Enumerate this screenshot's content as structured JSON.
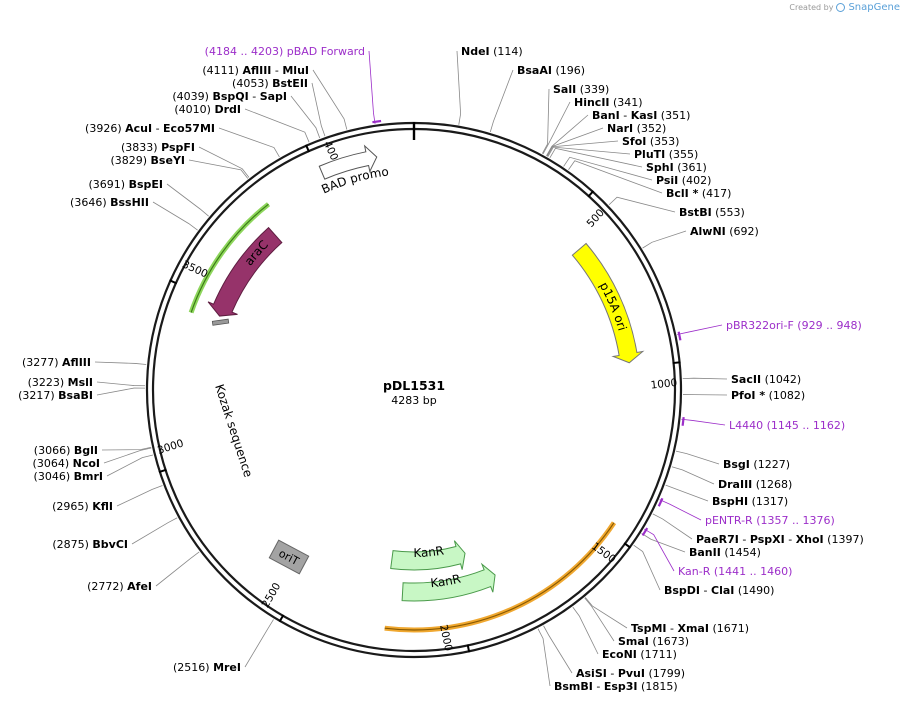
{
  "watermark": {
    "prefix": "Created by",
    "brand": "SnapGene"
  },
  "plasmid": {
    "name": "pDL1531",
    "size_label": "4283 bp",
    "length": 4283
  },
  "colors": {
    "backbone": "#1a1a1a",
    "primer": "#9c2ec9",
    "arac": "#96336a",
    "p15a": "#ffff00",
    "kanr": "#c8f7c5",
    "ara_promoter": "#ffffff",
    "ori_t": "#a3a3a3",
    "highlight_green": "#8ed65c",
    "highlight_orange": "#f0a830"
  },
  "ticks": [
    {
      "pos": 500,
      "label": "500"
    },
    {
      "pos": 1000,
      "label": "1000"
    },
    {
      "pos": 1500,
      "label": "1500"
    },
    {
      "pos": 2000,
      "label": "2000"
    },
    {
      "pos": 2500,
      "label": "2500"
    },
    {
      "pos": 3000,
      "label": "3000"
    },
    {
      "pos": 3500,
      "label": "3500"
    },
    {
      "pos": 4000,
      "label": "4000"
    }
  ],
  "features": [
    {
      "name": "p15A ori",
      "start": 590,
      "end": 985,
      "type": "arrow"
    },
    {
      "name": "KanR",
      "start": 1935,
      "end": 2230,
      "type": "arrow"
    },
    {
      "name": "KanR",
      "start": 1860,
      "end": 2180,
      "type": "arrow"
    },
    {
      "name": "araC",
      "start": 3460,
      "end": 3785,
      "type": "arrow"
    },
    {
      "name": "araBAD promoter",
      "start": 4010,
      "end": 4175,
      "type": "arrow"
    },
    {
      "name": "Kozak sequence",
      "start": 3440,
      "end": 3440,
      "type": "box"
    },
    {
      "name": "oriT",
      "start": 2650,
      "end": 2650,
      "type": "box"
    }
  ],
  "left_labels": [
    {
      "pos": "(4184 .. 4203)",
      "name": "pBAD Forward",
      "primer": true
    },
    {
      "pos": "(4111)",
      "name": "AflIII",
      "name2": "MluI"
    },
    {
      "pos": "(4053)",
      "name": "BstEII"
    },
    {
      "pos": "(4039)",
      "name": "BspQI",
      "name2": "SapI"
    },
    {
      "pos": "(4010)",
      "name": "DrdI"
    },
    {
      "pos": "(3926)",
      "name": "AcuI",
      "name2": "Eco57MI"
    },
    {
      "pos": "(3833)",
      "name": "PspFI"
    },
    {
      "pos": "(3829)",
      "name": "BseYI"
    },
    {
      "pos": "(3691)",
      "name": "BspEI"
    },
    {
      "pos": "(3646)",
      "name": "BssHII"
    },
    {
      "pos": "(3277)",
      "name": "AflIII"
    },
    {
      "pos": "(3223)",
      "name": "MslI"
    },
    {
      "pos": "(3217)",
      "name": "BsaBI"
    },
    {
      "pos": "(3066)",
      "name": "BglI"
    },
    {
      "pos": "(3064)",
      "name": "NcoI"
    },
    {
      "pos": "(3046)",
      "name": "BmrI"
    },
    {
      "pos": "(2965)",
      "name": "KflI"
    },
    {
      "pos": "(2875)",
      "name": "BbvCI"
    },
    {
      "pos": "(2772)",
      "name": "AfeI"
    },
    {
      "pos": "(2516)",
      "name": "MreI"
    }
  ],
  "right_labels": [
    {
      "name": "NdeI",
      "pos": "(114)"
    },
    {
      "name": "BsaAI",
      "pos": "(196)"
    },
    {
      "name": "SalI",
      "pos": "(339)"
    },
    {
      "name": "HincII",
      "pos": "(341)"
    },
    {
      "name": "BanI",
      "name2": "KasI",
      "pos": "(351)"
    },
    {
      "name": "NarI",
      "pos": "(352)"
    },
    {
      "name": "SfoI",
      "pos": "(353)"
    },
    {
      "name": "PluTI",
      "pos": "(355)"
    },
    {
      "name": "SphI",
      "pos": "(361)"
    },
    {
      "name": "PsiI",
      "pos": "(402)"
    },
    {
      "name": "BclI *",
      "pos": "(417)"
    },
    {
      "name": "BstBI",
      "pos": "(553)"
    },
    {
      "name": "AlwNI",
      "pos": "(692)"
    },
    {
      "name": "pBR322ori-F",
      "pos": "(929 .. 948)",
      "primer": true
    },
    {
      "name": "SacII",
      "pos": "(1042)"
    },
    {
      "name": "PfoI *",
      "pos": "(1082)"
    },
    {
      "name": "L4440",
      "pos": "(1145 .. 1162)",
      "primer": true
    },
    {
      "name": "BsgI",
      "pos": "(1227)"
    },
    {
      "name": "DraIII",
      "pos": "(1268)"
    },
    {
      "name": "BspHI",
      "pos": "(1317)"
    },
    {
      "name": "pENTR-R",
      "pos": "(1357 .. 1376)",
      "primer": true
    },
    {
      "name": "PaeR7I",
      "name2": "PspXI",
      "name3": "XhoI",
      "pos": "(1397)"
    },
    {
      "name": "BanII",
      "pos": "(1454)"
    },
    {
      "name": "Kan-R",
      "pos": "(1441 .. 1460)",
      "primer": true
    },
    {
      "name": "BspDI",
      "name2": "ClaI",
      "pos": "(1490)"
    },
    {
      "name": "TspMI",
      "name2": "XmaI",
      "pos": "(1671)"
    },
    {
      "name": "SmaI",
      "pos": "(1673)"
    },
    {
      "name": "EcoNI",
      "pos": "(1711)"
    },
    {
      "name": "AsiSI",
      "name2": "PvuI",
      "pos": "(1799)"
    },
    {
      "name": "BsmBI",
      "name2": "Esp3I",
      "pos": "(1815)"
    }
  ]
}
